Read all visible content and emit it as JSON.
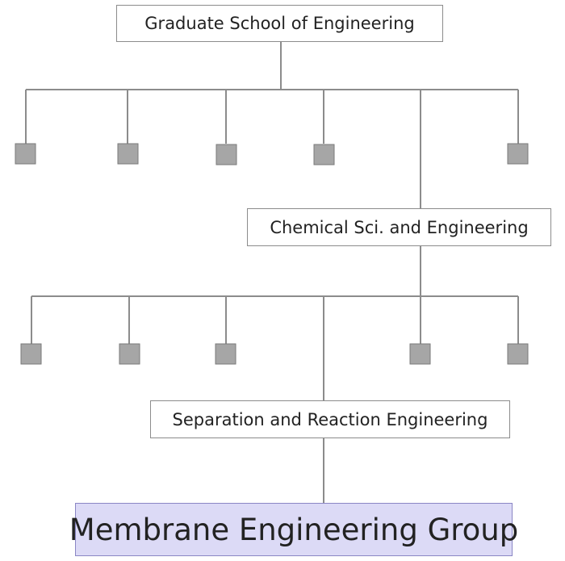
{
  "org_chart": {
    "level1": {
      "label": "Graduate School of Engineering",
      "unnamed_children": 5
    },
    "level2": {
      "label": "Chemical Sci. and Engineering",
      "unnamed_children": 5
    },
    "level3": {
      "label": "Separation and Reaction Engineering"
    },
    "level4": {
      "label": "Membrane Engineering Group"
    }
  },
  "colors": {
    "line": "#8c8c8c",
    "unnamed_node": "#a6a6a6",
    "highlight_fill": "#dcdaf6",
    "highlight_border": "#8a86c4"
  }
}
